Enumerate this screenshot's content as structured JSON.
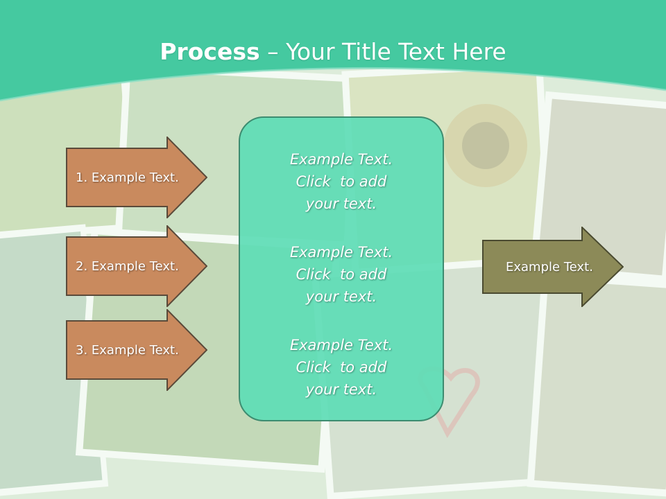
{
  "title": {
    "strong": "Process",
    "rest": " – Your Title Text Here"
  },
  "colors": {
    "header": "#45c9a0",
    "left_arrow_fill": "#c98a5e",
    "right_arrow_fill": "#8c8a58",
    "panel_fill": "#5fddb6",
    "panel_border": "#3d8c70"
  },
  "left_arrows": [
    {
      "label": "1. Example Text."
    },
    {
      "label": "2. Example Text."
    },
    {
      "label": "3. Example Text."
    }
  ],
  "panel": {
    "blocks": [
      {
        "text": "Example Text.\nClick  to add\nyour text."
      },
      {
        "text": "Example Text.\nClick  to add\nyour text."
      },
      {
        "text": "Example Text.\nClick  to add\nyour text."
      }
    ]
  },
  "right_arrow": {
    "label": "Example Text."
  }
}
